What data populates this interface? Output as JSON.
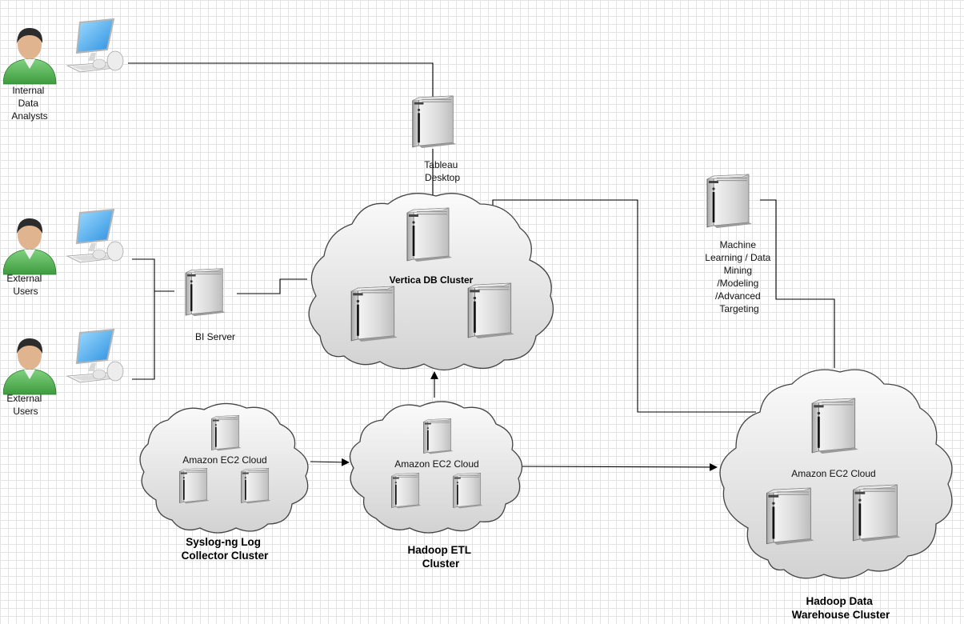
{
  "labels": {
    "internal_analysts": [
      "Internal",
      "Data",
      "Analysts"
    ],
    "external_users_1": [
      "External",
      "Users"
    ],
    "external_users_2": [
      "External",
      "Users"
    ],
    "bi_server": "BI Server",
    "tableau": [
      "Tableau",
      "Desktop"
    ],
    "vertica": "Vertica DB Cluster",
    "ml": [
      "Machine",
      "Learning / Data",
      "Mining",
      "/Modeling",
      "/Advanced",
      "Targeting"
    ],
    "ec2_syslog": "Amazon EC2 Cloud",
    "ec2_etl": "Amazon EC2 Cloud",
    "ec2_warehouse": "Amazon EC2 Cloud",
    "syslog_cluster": [
      "Syslog-ng Log",
      "Collector Cluster"
    ],
    "etl_cluster": [
      "Hadoop ETL",
      "Cluster"
    ],
    "warehouse_cluster": [
      "Hadoop Data",
      "Warehouse Cluster"
    ]
  }
}
